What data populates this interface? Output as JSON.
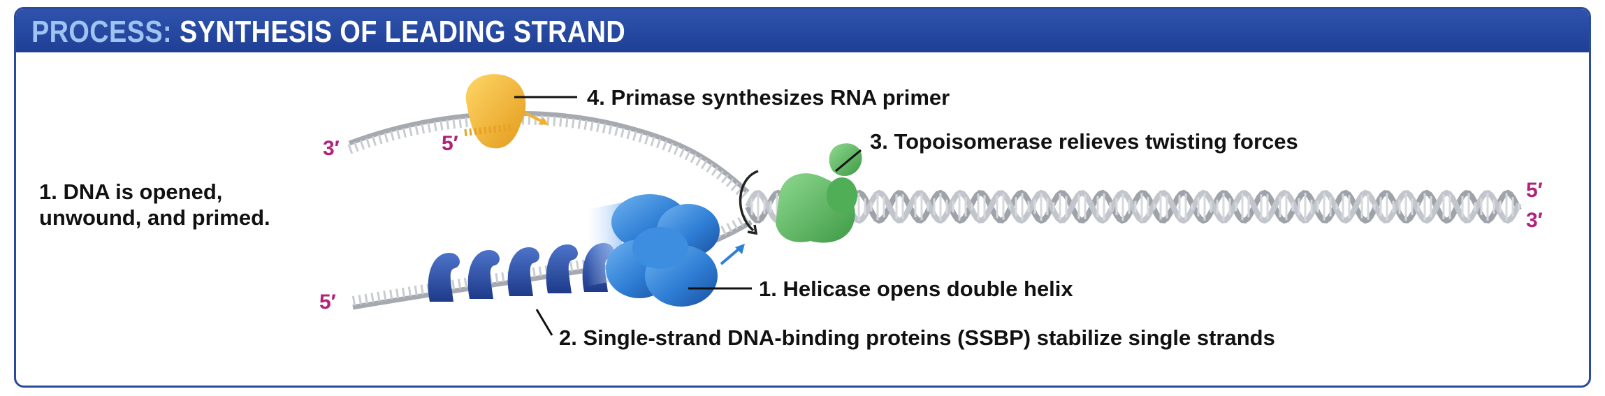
{
  "header": {
    "title_prefix": "PROCESS:",
    "title_main": "SYNTHESIS OF LEADING STRAND"
  },
  "side_note": {
    "line1": "1. DNA is opened,",
    "line2": "unwound, and primed."
  },
  "labels": {
    "primase": "4. Primase synthesizes RNA primer",
    "topoisomerase": "3. Topoisomerase relieves twisting forces",
    "helicase": "1. Helicase opens double helix",
    "ssbp": "2. Single-strand DNA-binding proteins (SSBP) stabilize single strands"
  },
  "strand_ends": {
    "top_left": "3′",
    "primer_end": "5′",
    "bottom_left": "5′",
    "right_top": "5′",
    "right_bottom": "3′"
  },
  "colors": {
    "header_bg": "#2646a0",
    "title_prefix": "#9ec4f2",
    "strand_end_label": "#b0237a",
    "helicase": "#2f7fd6",
    "ssbp": "#2d4fa8",
    "primase": "#f0b22e",
    "topoisomerase": "#5cba5e",
    "dna": "#a9adb3"
  }
}
